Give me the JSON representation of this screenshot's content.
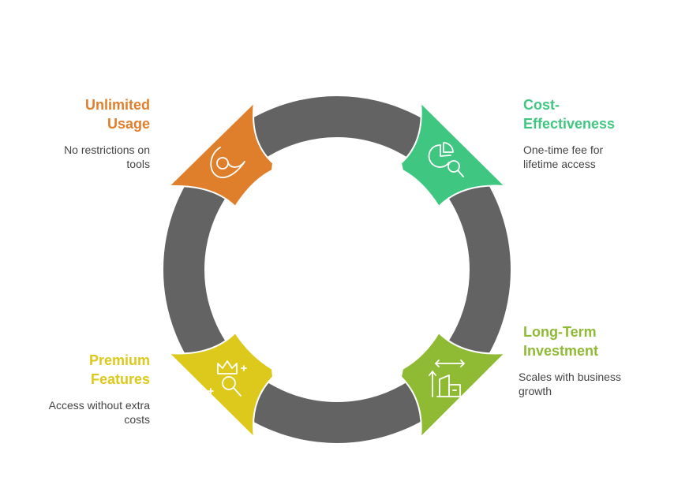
{
  "colors": {
    "ring": "#636363",
    "unlimited_usage": "#E07F2B",
    "cost_effectiveness": "#3FC782",
    "long_term_investment": "#8FBA34",
    "premium_features": "#DDC91B"
  },
  "items": [
    {
      "key": "unlimited_usage",
      "title": "Unlimited\nUsage",
      "description": "No restrictions on\ntools",
      "icon": "unlimited-loop-icon"
    },
    {
      "key": "cost_effectiveness",
      "title": "Cost-\nEffectiveness",
      "description": "One-time fee for\nlifetime access",
      "icon": "pie-chart-magnifier-icon"
    },
    {
      "key": "long_term_investment",
      "title": "Long-Term\nInvestment",
      "description": "Scales with business\ngrowth",
      "icon": "growth-buildings-icon"
    },
    {
      "key": "premium_features",
      "title": "Premium\nFeatures",
      "description": "Access without extra\ncosts",
      "icon": "crown-magnifier-icon"
    }
  ]
}
